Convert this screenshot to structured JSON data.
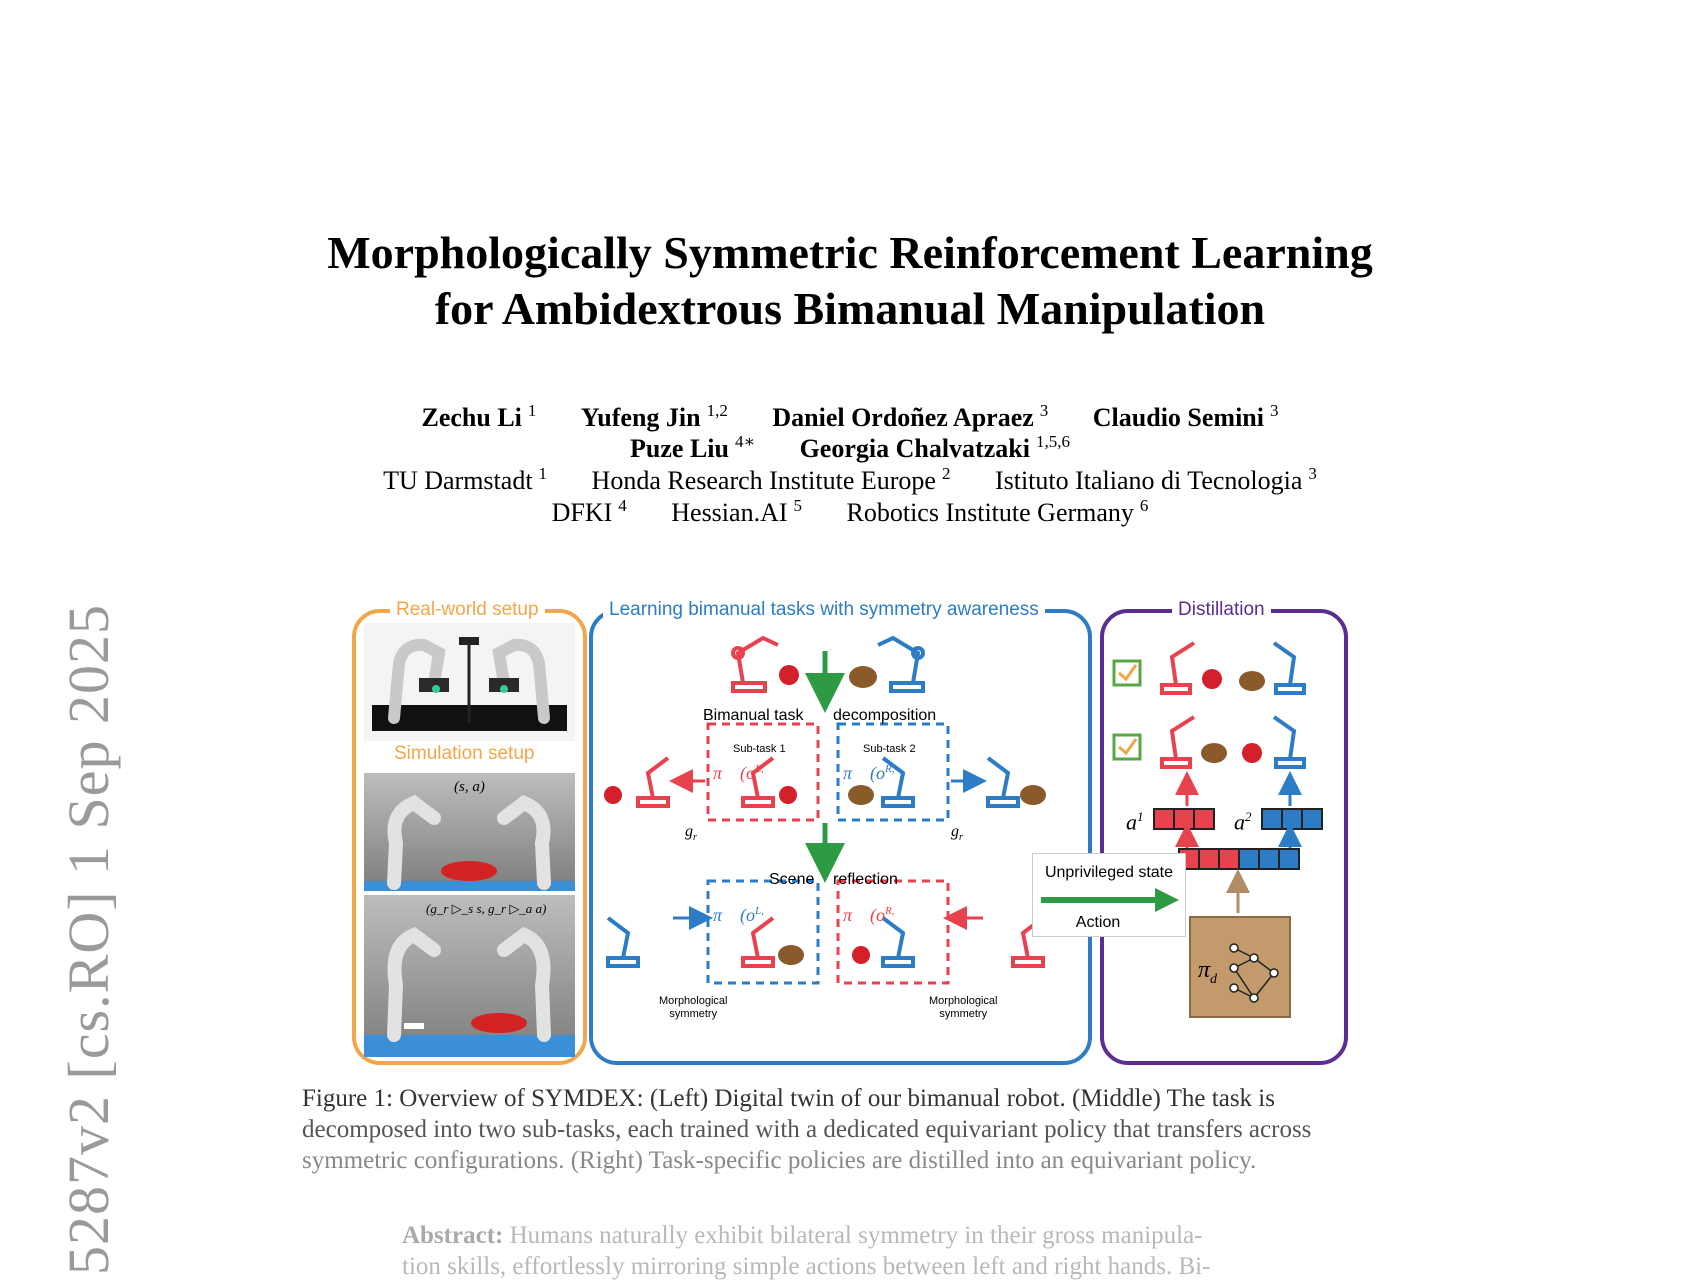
{
  "arxiv_stamp": "5287v2  [cs.RO]  1 Sep 2025",
  "title": {
    "line1": "Morphologically Symmetric Reinforcement Learning",
    "line2": "for Ambidextrous Bimanual Manipulation"
  },
  "authors": [
    {
      "name": "Zechu Li",
      "aff": "1"
    },
    {
      "name": "Yufeng Jin",
      "aff": "1,2"
    },
    {
      "name": "Daniel Ordoñez Apraez",
      "aff": "3"
    },
    {
      "name": "Claudio Semini",
      "aff": "3"
    },
    {
      "name": "Puze Liu",
      "aff": "4∗"
    },
    {
      "name": "Georgia Chalvatzaki",
      "aff": "1,5,6"
    }
  ],
  "affiliations": [
    {
      "name": "TU Darmstadt",
      "num": "1"
    },
    {
      "name": "Honda Research Institute Europe",
      "num": "2"
    },
    {
      "name": "Istituto Italiano di Tecnologia",
      "num": "3"
    },
    {
      "name": "DFKI",
      "num": "4"
    },
    {
      "name": "Hessian.AI",
      "num": "5"
    },
    {
      "name": "Robotics Institute Germany",
      "num": "6"
    }
  ],
  "figure": {
    "left_title": "Real-world setup",
    "sim_title": "Simulation setup",
    "sim_label_1": "(s, a)",
    "sim_label_2": "(g_r ▷_s s, g_r ▷_a a)",
    "middle_title": "Learning bimanual tasks with symmetry awareness",
    "bimanual_task": "Bimanual task",
    "decomposition": "decomposition",
    "subtask1": "Sub-task 1",
    "subtask2": "Sub-task 2",
    "scene": "Scene",
    "reflection": "reflection",
    "gr": "g",
    "gr_sub": "r",
    "morph_1": "Morphological",
    "morph_2": "symmetry",
    "pi": "π",
    "oL": "(o",
    "L_sup": "L,",
    "oR": "(o",
    "R_sup": "R,",
    "right_title": "Distillation",
    "unpriv": "Unprivileged state",
    "action": "Action",
    "a1": "a",
    "a1_sup": "1",
    "a2": "a",
    "a2_sup": "2",
    "a": "a",
    "pid": "π",
    "pid_sub": "d",
    "colors": {
      "red": "#e8424e",
      "blue": "#2d7cc6",
      "orange": "#f2a64a",
      "purple": "#5b2d91",
      "green": "#2e9b44",
      "tan": "#c29a6b"
    }
  },
  "caption": {
    "line1": "Figure 1: Overview of SYMDEX: (Left) Digital twin of our bimanual robot. (Middle) The task is",
    "line2": "decomposed into two sub-tasks, each trained with a dedicated equivariant policy that transfers across",
    "line3": "symmetric configurations. (Right) Task-specific policies are distilled into an equivariant policy."
  },
  "abstract": {
    "label": "Abstract:",
    "line1": "Humans naturally exhibit bilateral symmetry in their gross manipula-",
    "line2": "tion skills, effortlessly mirroring simple actions between left and right hands. Bi-"
  }
}
